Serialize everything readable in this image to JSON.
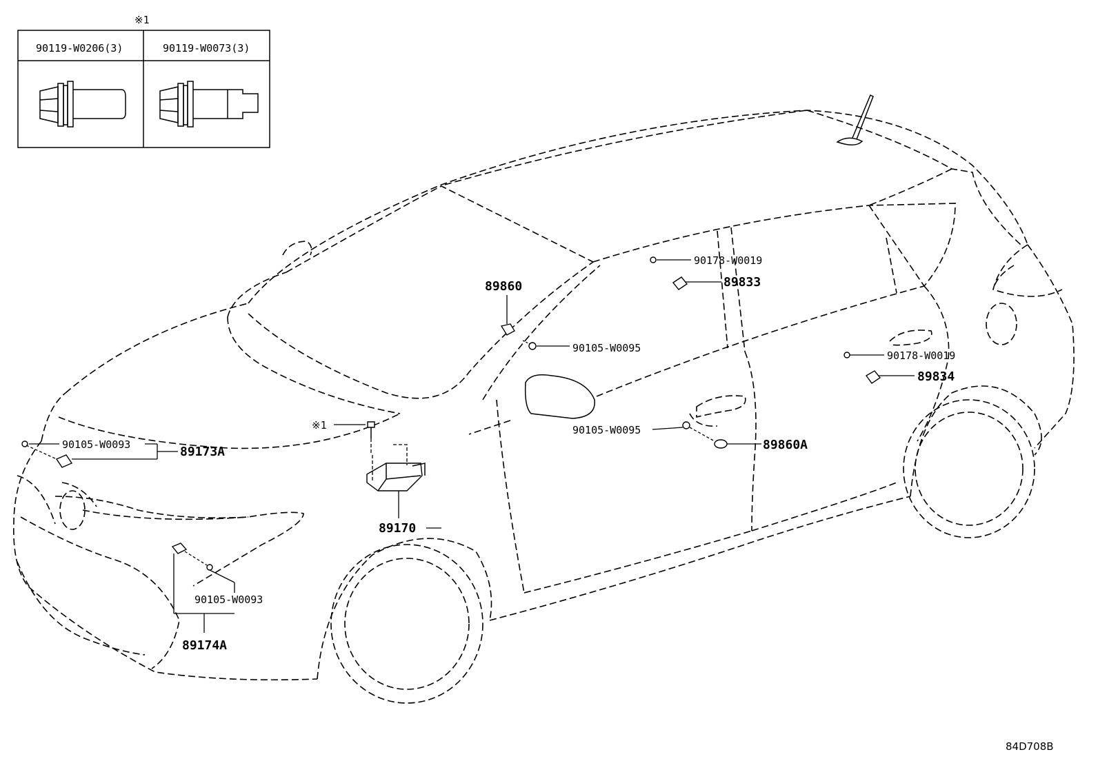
{
  "inset": {
    "mark": "※1",
    "columns": [
      {
        "part_number": "90119-W0206(3)"
      },
      {
        "part_number": "90119-W0073(3)"
      }
    ]
  },
  "callouts": {
    "p89860": "89860",
    "p90105_w0095_upper": "90105-W0095",
    "p90178_w0019_front": "90178-W0019",
    "p89833": "89833",
    "p90178_w0019_rear": "90178-W0019",
    "p89834": "89834",
    "p90105_w0095_door": "90105-W0095",
    "p89860A": "89860A",
    "mark1": "※1",
    "p90105_w0093_left": "90105-W0093",
    "p89173A": "89173A",
    "p89170": "89170",
    "p90105_w0093_lower": "90105-W0093",
    "p89174A": "89174A"
  },
  "diagram_code": "84D708B",
  "icons": [
    "hex-flange-bolt-icon",
    "hex-flange-stud-bolt-icon",
    "airbag-sensor-icon",
    "bolt-icon",
    "nut-icon",
    "car-outline-icon"
  ]
}
